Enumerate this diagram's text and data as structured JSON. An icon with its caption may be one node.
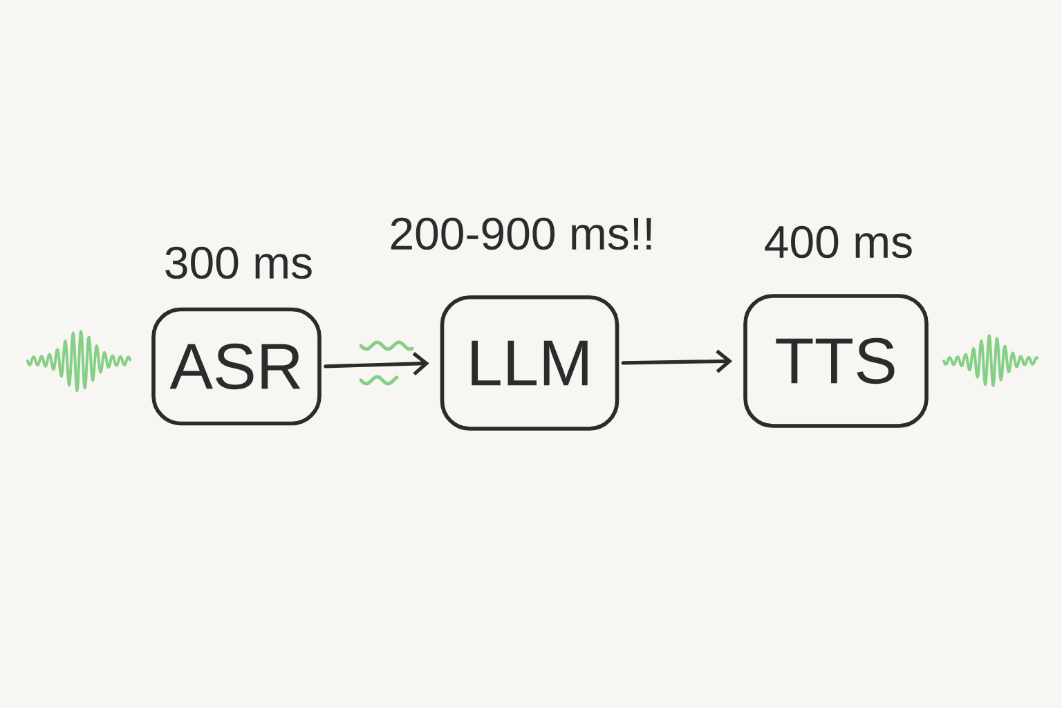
{
  "diagram": {
    "nodes": [
      {
        "text": [
          "ASR"
        ],
        "beside": [
          "300 ms"
        ]
      },
      {
        "text": [
          "LLM"
        ],
        "beside": [
          "200-900 ms!!"
        ]
      },
      {
        "text": [
          "TTS"
        ],
        "beside": [
          "400 ms"
        ]
      }
    ],
    "edges": [
      {
        "from": 0,
        "to": 1,
        "arrow": "to"
      },
      {
        "from": 1,
        "to": 2,
        "arrow": "to"
      }
    ]
  }
}
